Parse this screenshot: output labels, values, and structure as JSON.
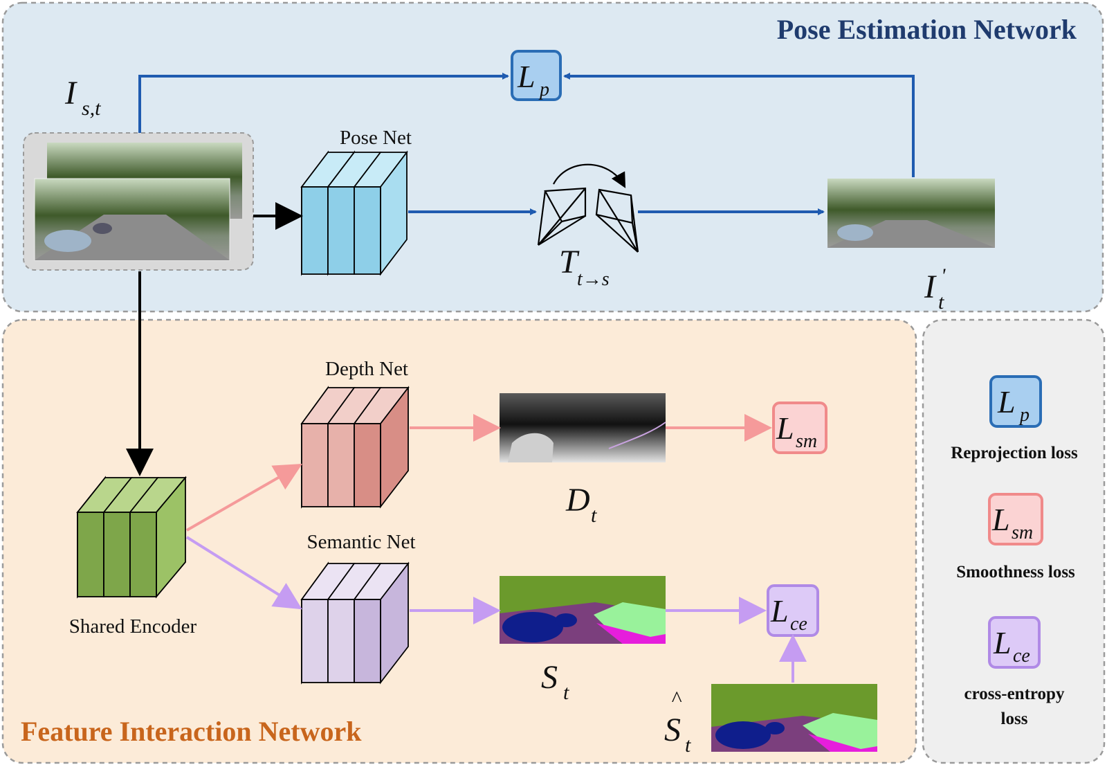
{
  "pose_network": {
    "title": "Pose Estimation Network",
    "pose_net_label": "Pose Net",
    "input_symbol": "I",
    "input_subscript": "s,t",
    "transform_symbol": "T",
    "transform_subscript": "t→s",
    "recon_symbol": "I",
    "recon_superscript": "'",
    "recon_subscript": "t"
  },
  "feature_network": {
    "title": "Feature Interaction Network",
    "shared_encoder_label": "Shared Encoder",
    "depth_net_label": "Depth Net",
    "semantic_net_label": "Semantic Net",
    "depth_symbol": "D",
    "depth_subscript": "t",
    "seg_symbol": "S",
    "seg_subscript": "t",
    "gt_symbol": "S",
    "gt_hat": "^",
    "gt_subscript": "t"
  },
  "losses": {
    "lp": {
      "symbol": "L",
      "subscript": "p",
      "name": "Reprojection loss",
      "color": "#2a6db5",
      "fill": "#a9cff0"
    },
    "lsm": {
      "symbol": "L",
      "subscript": "sm",
      "name": "Smoothness loss",
      "color": "#f08a8a",
      "fill": "#fbd3d3"
    },
    "lce": {
      "symbol": "L",
      "subscript": "ce",
      "name_line1": "cross-entropy",
      "name_line2": "loss",
      "color": "#b08ae6",
      "fill": "#ddcaf7"
    }
  },
  "colors": {
    "pose_bg": "#dde9f2",
    "feature_bg": "#fcebd8",
    "legend_bg": "#efefef",
    "pose_arrow": "#1f5bb0",
    "depth_arrow": "#f59a9a",
    "semantic_arrow": "#c59cf2",
    "pose_block": "#8ecfe8",
    "depth_block": "#d88e86",
    "semantic_block": "#c7b6dc",
    "encoder_block": "#7ea64a"
  }
}
